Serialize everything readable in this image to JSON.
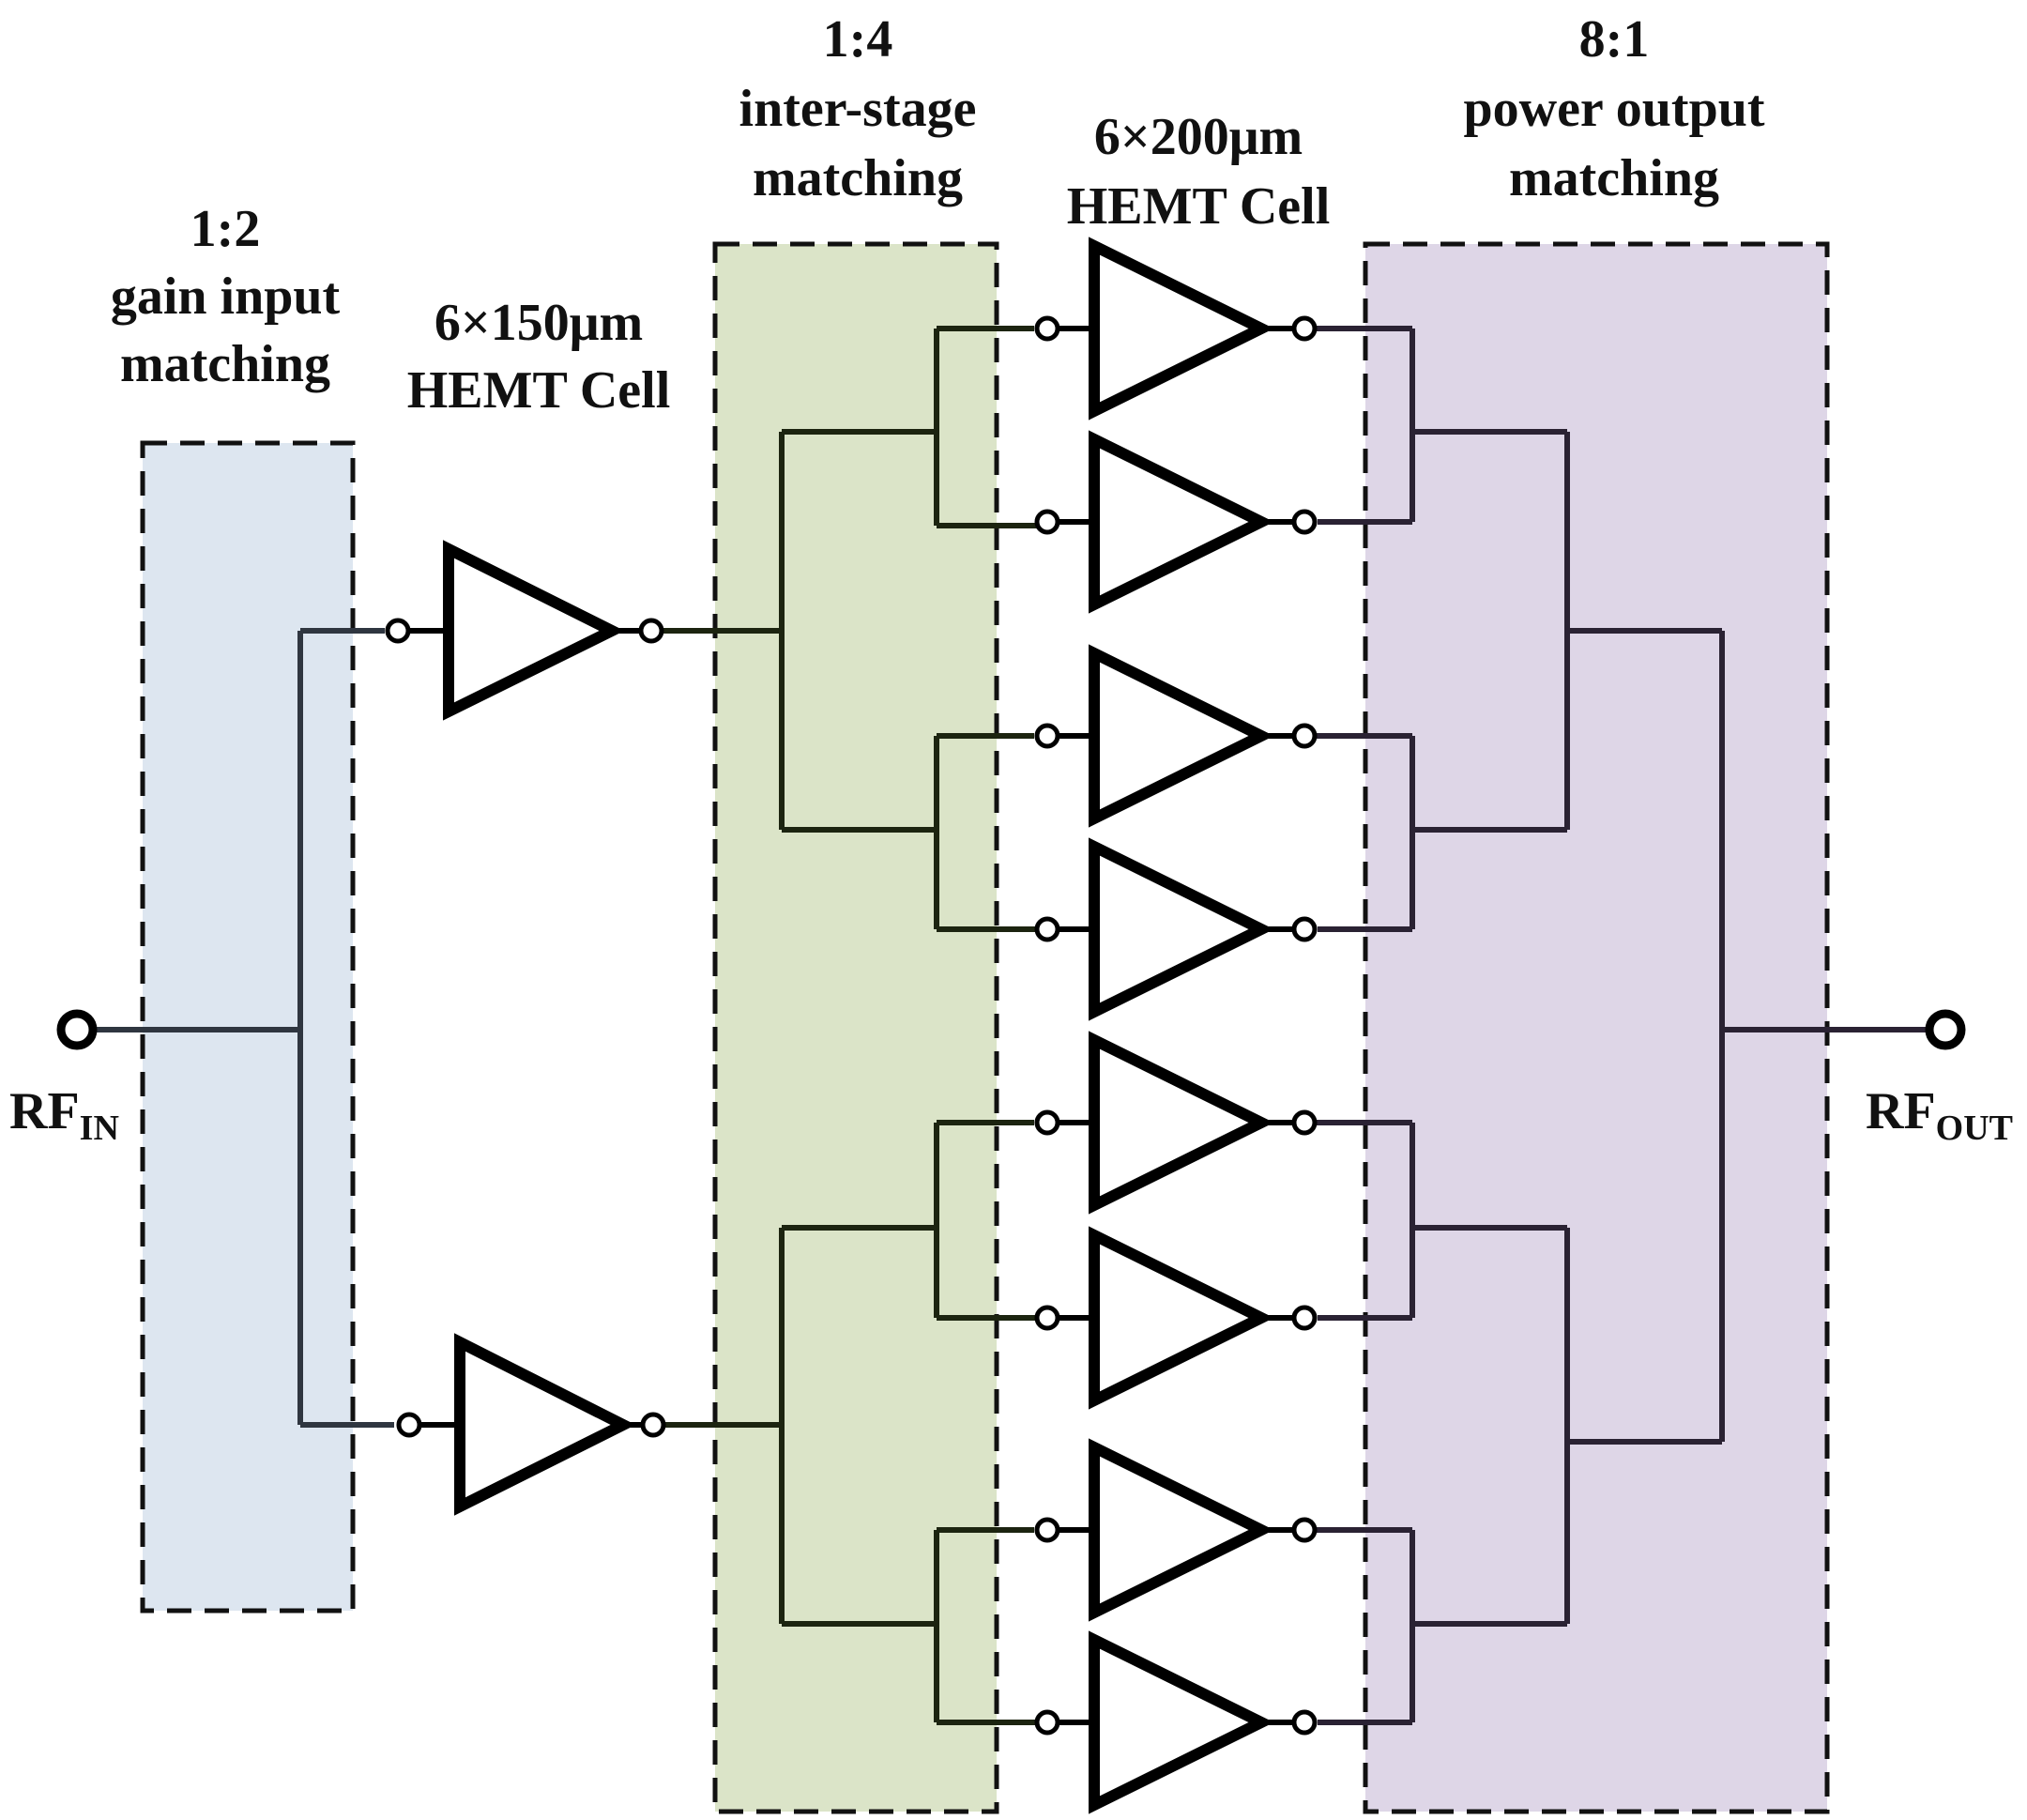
{
  "labels": {
    "input_ratio": "1:2",
    "input_line1": "gain input",
    "input_line2": "matching",
    "stage1_line1": "6×150μm",
    "stage1_line2": "HEMT Cell",
    "inter_ratio": "1:4",
    "inter_line1": "inter-stage",
    "inter_line2": "matching",
    "stage2_line1": "6×200μm",
    "stage2_line2": "HEMT Cell",
    "output_ratio": "8:1",
    "output_line1": "power output",
    "output_line2": "matching",
    "rf_in_main": "RF",
    "rf_in_sub": "IN",
    "rf_out_main": "RF",
    "rf_out_sub": "OUT"
  },
  "colors": {
    "input_box_fill": "#dde6f0",
    "inter_box_fill": "#dbe4c8",
    "output_box_fill": "#ded6e7",
    "box_stroke": "#111111",
    "wire_input": "#2f3640",
    "wire_inter": "#1c2410",
    "wire_output": "#2a2233",
    "symbol": "#000000"
  }
}
